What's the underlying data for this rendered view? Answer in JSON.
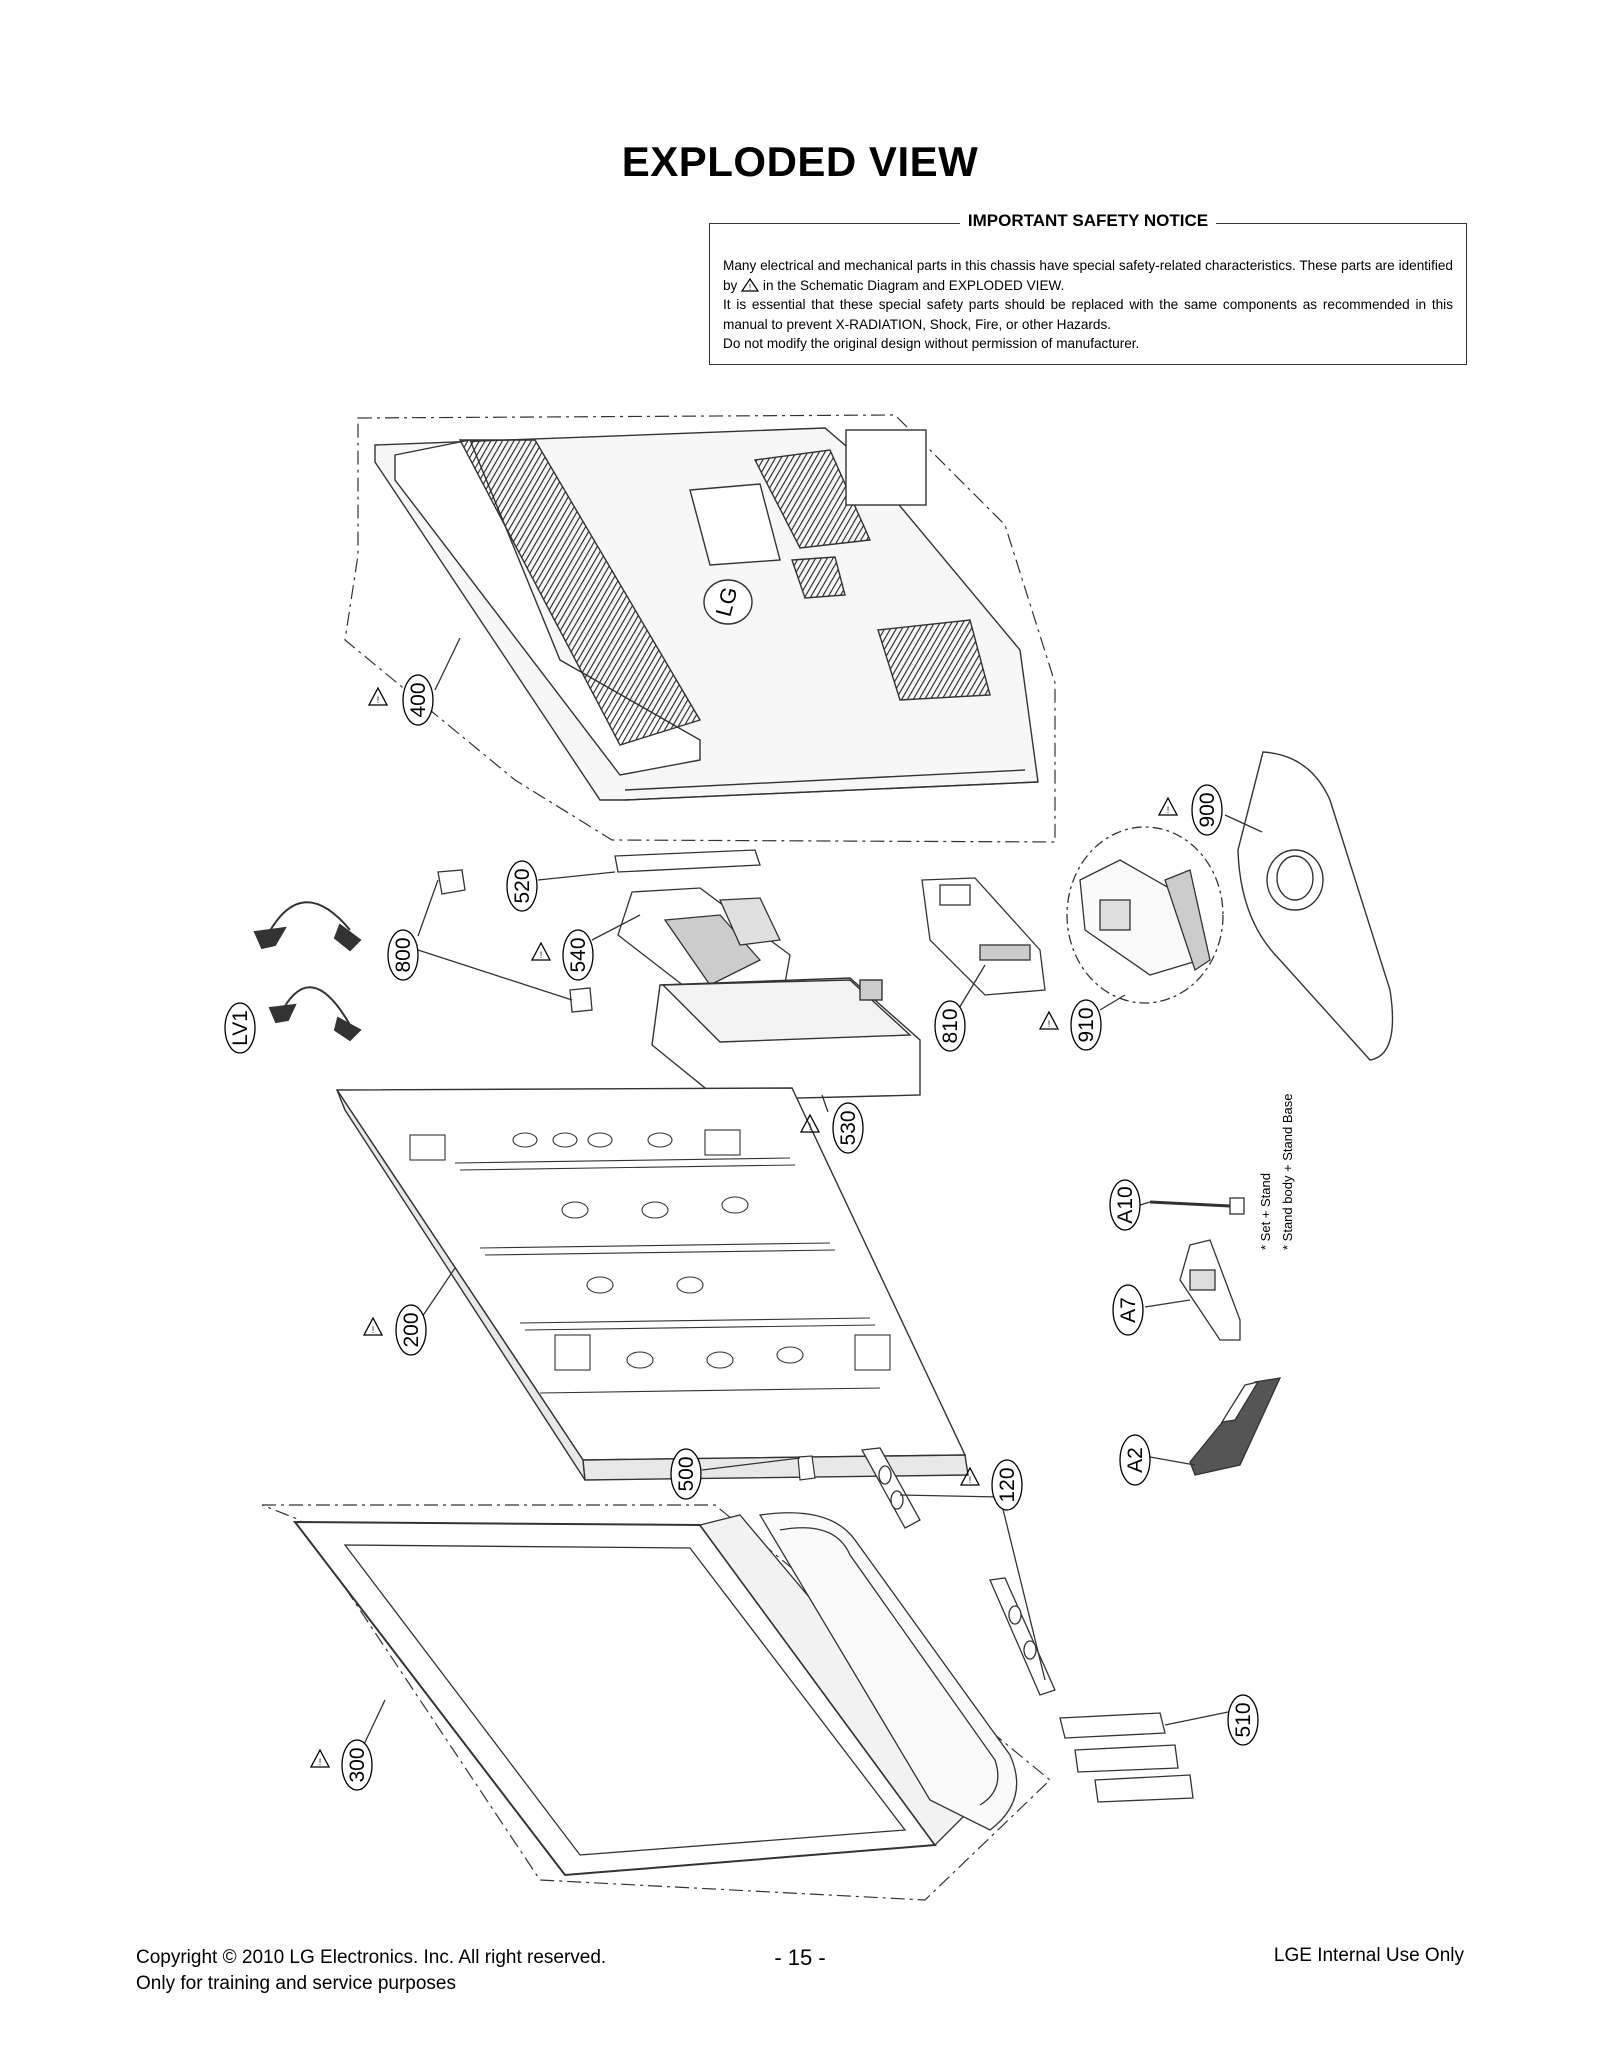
{
  "title": "EXPLODED VIEW",
  "notice": {
    "heading": "IMPORTANT SAFETY NOTICE",
    "line1a": "Many electrical and mechanical parts in this chassis have special safety-related characteristics. These parts are identified by",
    "line1b": "in the Schematic Diagram and EXPLODED VIEW.",
    "line2": "It is essential that these special safety parts should be replaced with the same components as recommended in this manual to prevent X-RADIATION, Shock, Fire, or other Hazards.",
    "line3": "Do not modify the original design without permission of manufacturer."
  },
  "parts": {
    "p400": "400",
    "p900": "900",
    "p520": "520",
    "p800": "800",
    "p540": "540",
    "pLV1": "LV1",
    "p810": "810",
    "p910": "910",
    "p530": "530",
    "pA10": "A10",
    "pA7": "A7",
    "p200": "200",
    "pA2": "A2",
    "p500": "500",
    "p120": "120",
    "p300": "300",
    "p510": "510"
  },
  "stand_notes": {
    "note1": "* Set + Stand",
    "note2": "* Stand body + Stand Base"
  },
  "logo": "LG",
  "footer": {
    "copyright": "Copyright  © 2010 LG Electronics. Inc. All right reserved.",
    "purpose": "Only for training and service purposes",
    "page": "- 15 -",
    "internal": "LGE Internal Use Only"
  }
}
